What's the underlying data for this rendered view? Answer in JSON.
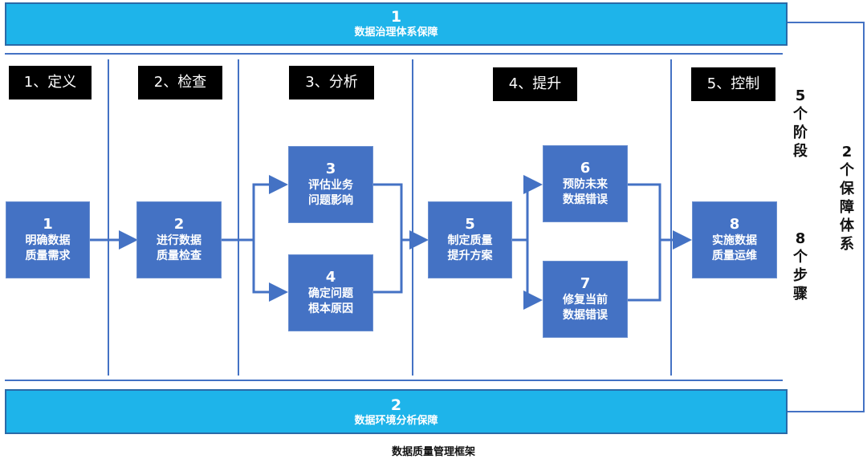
{
  "top_banner": {
    "number": "1",
    "text": "数据治理体系保障"
  },
  "bottom_banner": {
    "number": "2",
    "text": "数据环境分析保障"
  },
  "stages": [
    "1、定义",
    "2、检查",
    "3、分析",
    "4、提升",
    "5、控制"
  ],
  "steps": [
    {
      "number": "1",
      "line1": "明确数据",
      "line2": "质量需求"
    },
    {
      "number": "2",
      "line1": "进行数据",
      "line2": "质量检查"
    },
    {
      "number": "3",
      "line1": "评估业务",
      "line2": "问题影响"
    },
    {
      "number": "4",
      "line1": "确定问题",
      "line2": "根本原因"
    },
    {
      "number": "5",
      "line1": "制定质量",
      "line2": "提升方案"
    },
    {
      "number": "6",
      "line1": "预防未来",
      "line2": "数据错误"
    },
    {
      "number": "7",
      "line1": "修复当前",
      "line2": "数据错误"
    },
    {
      "number": "8",
      "line1": "实施数据",
      "line2": "质量运维"
    }
  ],
  "side_labels": {
    "phases": "5个阶段",
    "steps": "8个步骤",
    "guarantees": "2个保障体系"
  },
  "caption": "数据质量管理框架",
  "colors": {
    "banner": "#1eb4ea",
    "step_box": "#4472c4",
    "stage_label": "#000000",
    "connector": "#4472c4"
  }
}
